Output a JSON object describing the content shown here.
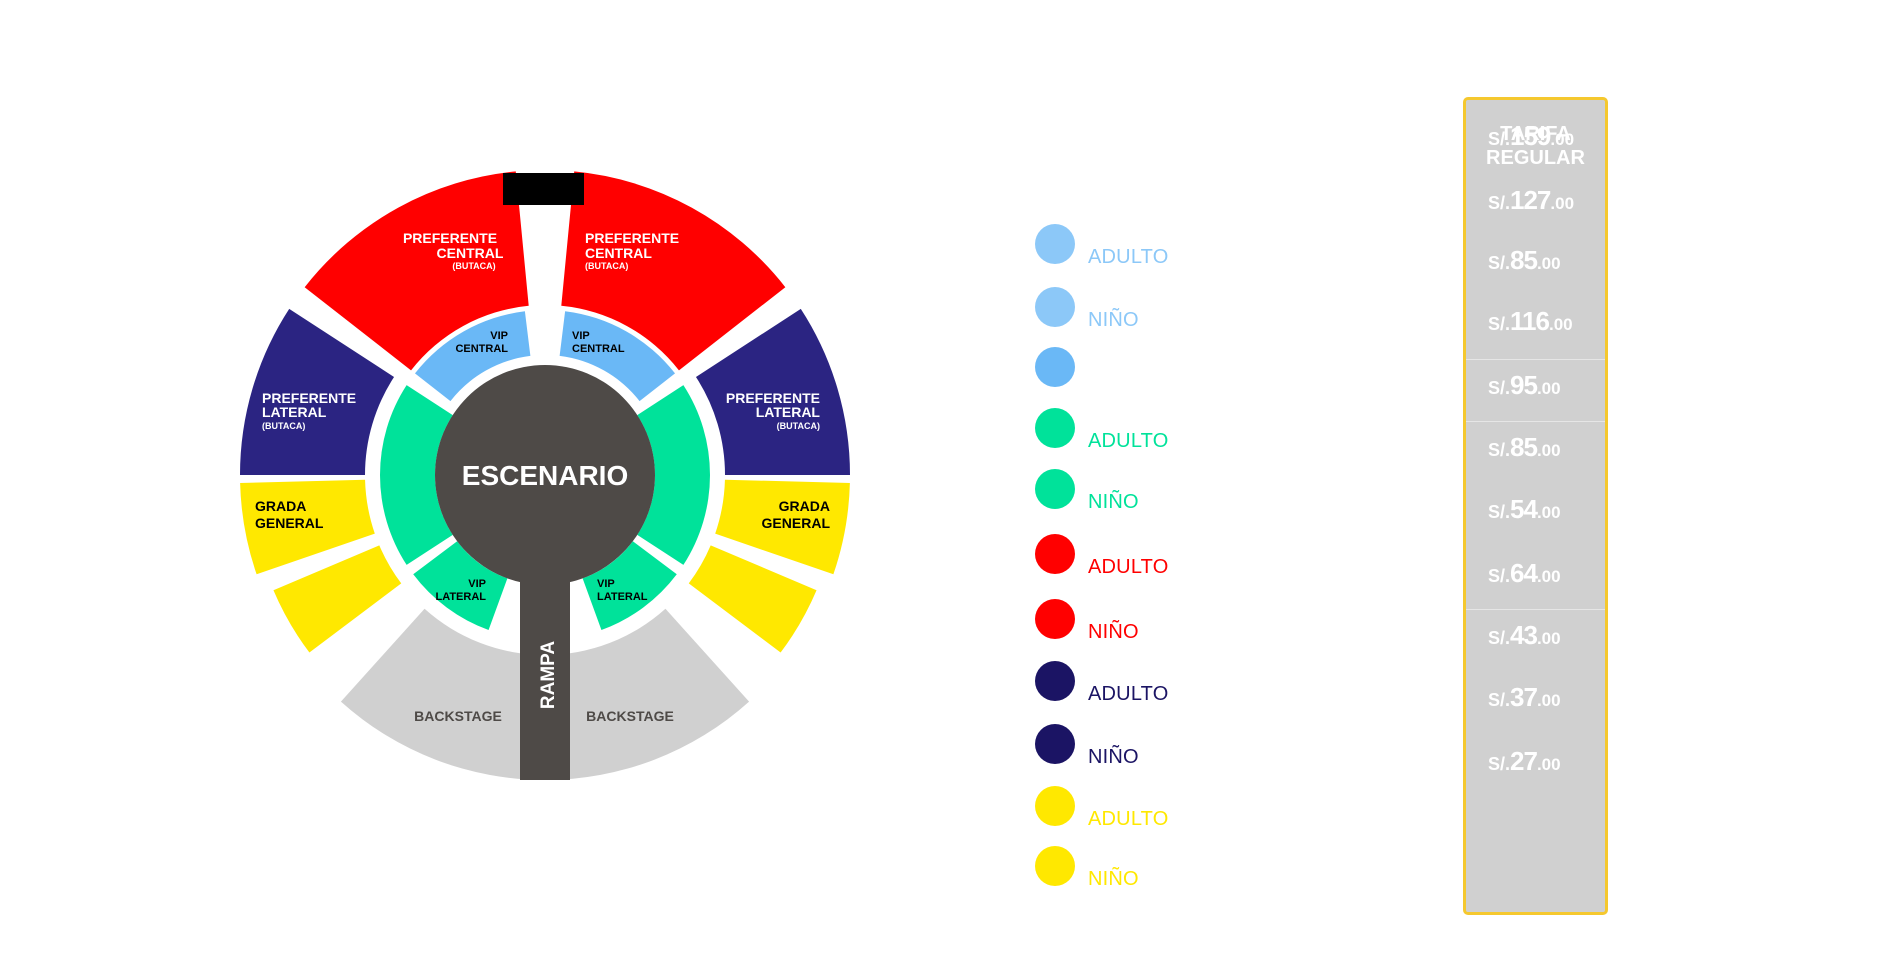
{
  "seat_map": {
    "stage_label": "ESCENARIO",
    "ramp_label": "RAMPA",
    "preferente_central_left": {
      "line1": "PREFERENTE",
      "line2": "CENTRAL",
      "sub": "(BUTACA)"
    },
    "preferente_central_right": {
      "line1": "PREFERENTE",
      "line2": "CENTRAL",
      "sub": "(BUTACA)"
    },
    "preferente_lateral_left": {
      "line1": "PREFERENTE",
      "line2": "LATERAL",
      "sub": "(BUTACA)"
    },
    "preferente_lateral_right": {
      "line1": "PREFERENTE",
      "line2": "LATERAL",
      "sub": "(BUTACA)"
    },
    "vip_central_left": {
      "line1": "VIP",
      "line2": "CENTRAL"
    },
    "vip_central_right": {
      "line1": "VIP",
      "line2": "CENTRAL"
    },
    "vip_lateral_left": {
      "line1": "VIP",
      "line2": "LATERAL"
    },
    "vip_lateral_right": {
      "line1": "VIP",
      "line2": "LATERAL"
    },
    "grada_general_left": {
      "line1": "GRADA",
      "line2": "GENERAL"
    },
    "grada_general_right": {
      "line1": "GRADA",
      "line2": "GENERAL"
    },
    "backstage_left": "BACKSTAGE",
    "backstage_right": "BACKSTAGE"
  },
  "colors": {
    "light_blue": "#8cc8f8",
    "light_blue_mid": "#6ab8f6",
    "green": "#00e29a",
    "red": "#ff0000",
    "navy": "#1b1464",
    "navy_map": "#2b2482",
    "yellow": "#ffe800",
    "stage": "#4e4a47",
    "backstage": "#d0d0d0",
    "panel_border": "#f5c82e"
  },
  "legend": [
    {
      "label": "ADULTO",
      "color": "#8cc8f8",
      "text_color": "#8cc8f8"
    },
    {
      "label": "NIÑO",
      "color": "#8cc8f8",
      "text_color": "#8cc8f8"
    },
    {
      "label": "",
      "color": "#6ab8f6",
      "text_color": "#6ab8f6"
    },
    {
      "label": "ADULTO",
      "color": "#00e29a",
      "text_color": "#00e29a"
    },
    {
      "label": "NIÑO",
      "color": "#00e29a",
      "text_color": "#00e29a"
    },
    {
      "label": "ADULTO",
      "color": "#ff0000",
      "text_color": "#ff0000"
    },
    {
      "label": "NIÑO",
      "color": "#ff0000",
      "text_color": "#ff0000"
    },
    {
      "label": "ADULTO",
      "color": "#1b1464",
      "text_color": "#1b1464"
    },
    {
      "label": "NIÑO",
      "color": "#1b1464",
      "text_color": "#1b1464"
    },
    {
      "label": "ADULTO",
      "color": "#ffe800",
      "text_color": "#ffe800"
    },
    {
      "label": "NIÑO",
      "color": "#ffe800",
      "text_color": "#ffe800"
    }
  ],
  "price_panel": {
    "header_line1": "TARIFA",
    "header_line2": "REGULAR",
    "prices": [
      {
        "currency": "S/.",
        "amount": "159",
        "decimals": ".00"
      },
      {
        "currency": "S/.",
        "amount": "127",
        "decimals": ".00"
      },
      {
        "currency": "S/.",
        "amount": "85",
        "decimals": ".00"
      },
      {
        "currency": "S/.",
        "amount": "116",
        "decimals": ".00"
      },
      {
        "currency": "S/.",
        "amount": "95",
        "decimals": ".00"
      },
      {
        "currency": "S/.",
        "amount": "85",
        "decimals": ".00"
      },
      {
        "currency": "S/.",
        "amount": "54",
        "decimals": ".00"
      },
      {
        "currency": "S/.",
        "amount": "64",
        "decimals": ".00"
      },
      {
        "currency": "S/.",
        "amount": "43",
        "decimals": ".00"
      },
      {
        "currency": "S/.",
        "amount": "37",
        "decimals": ".00"
      },
      {
        "currency": "S/.",
        "amount": "27",
        "decimals": ".00"
      }
    ]
  }
}
